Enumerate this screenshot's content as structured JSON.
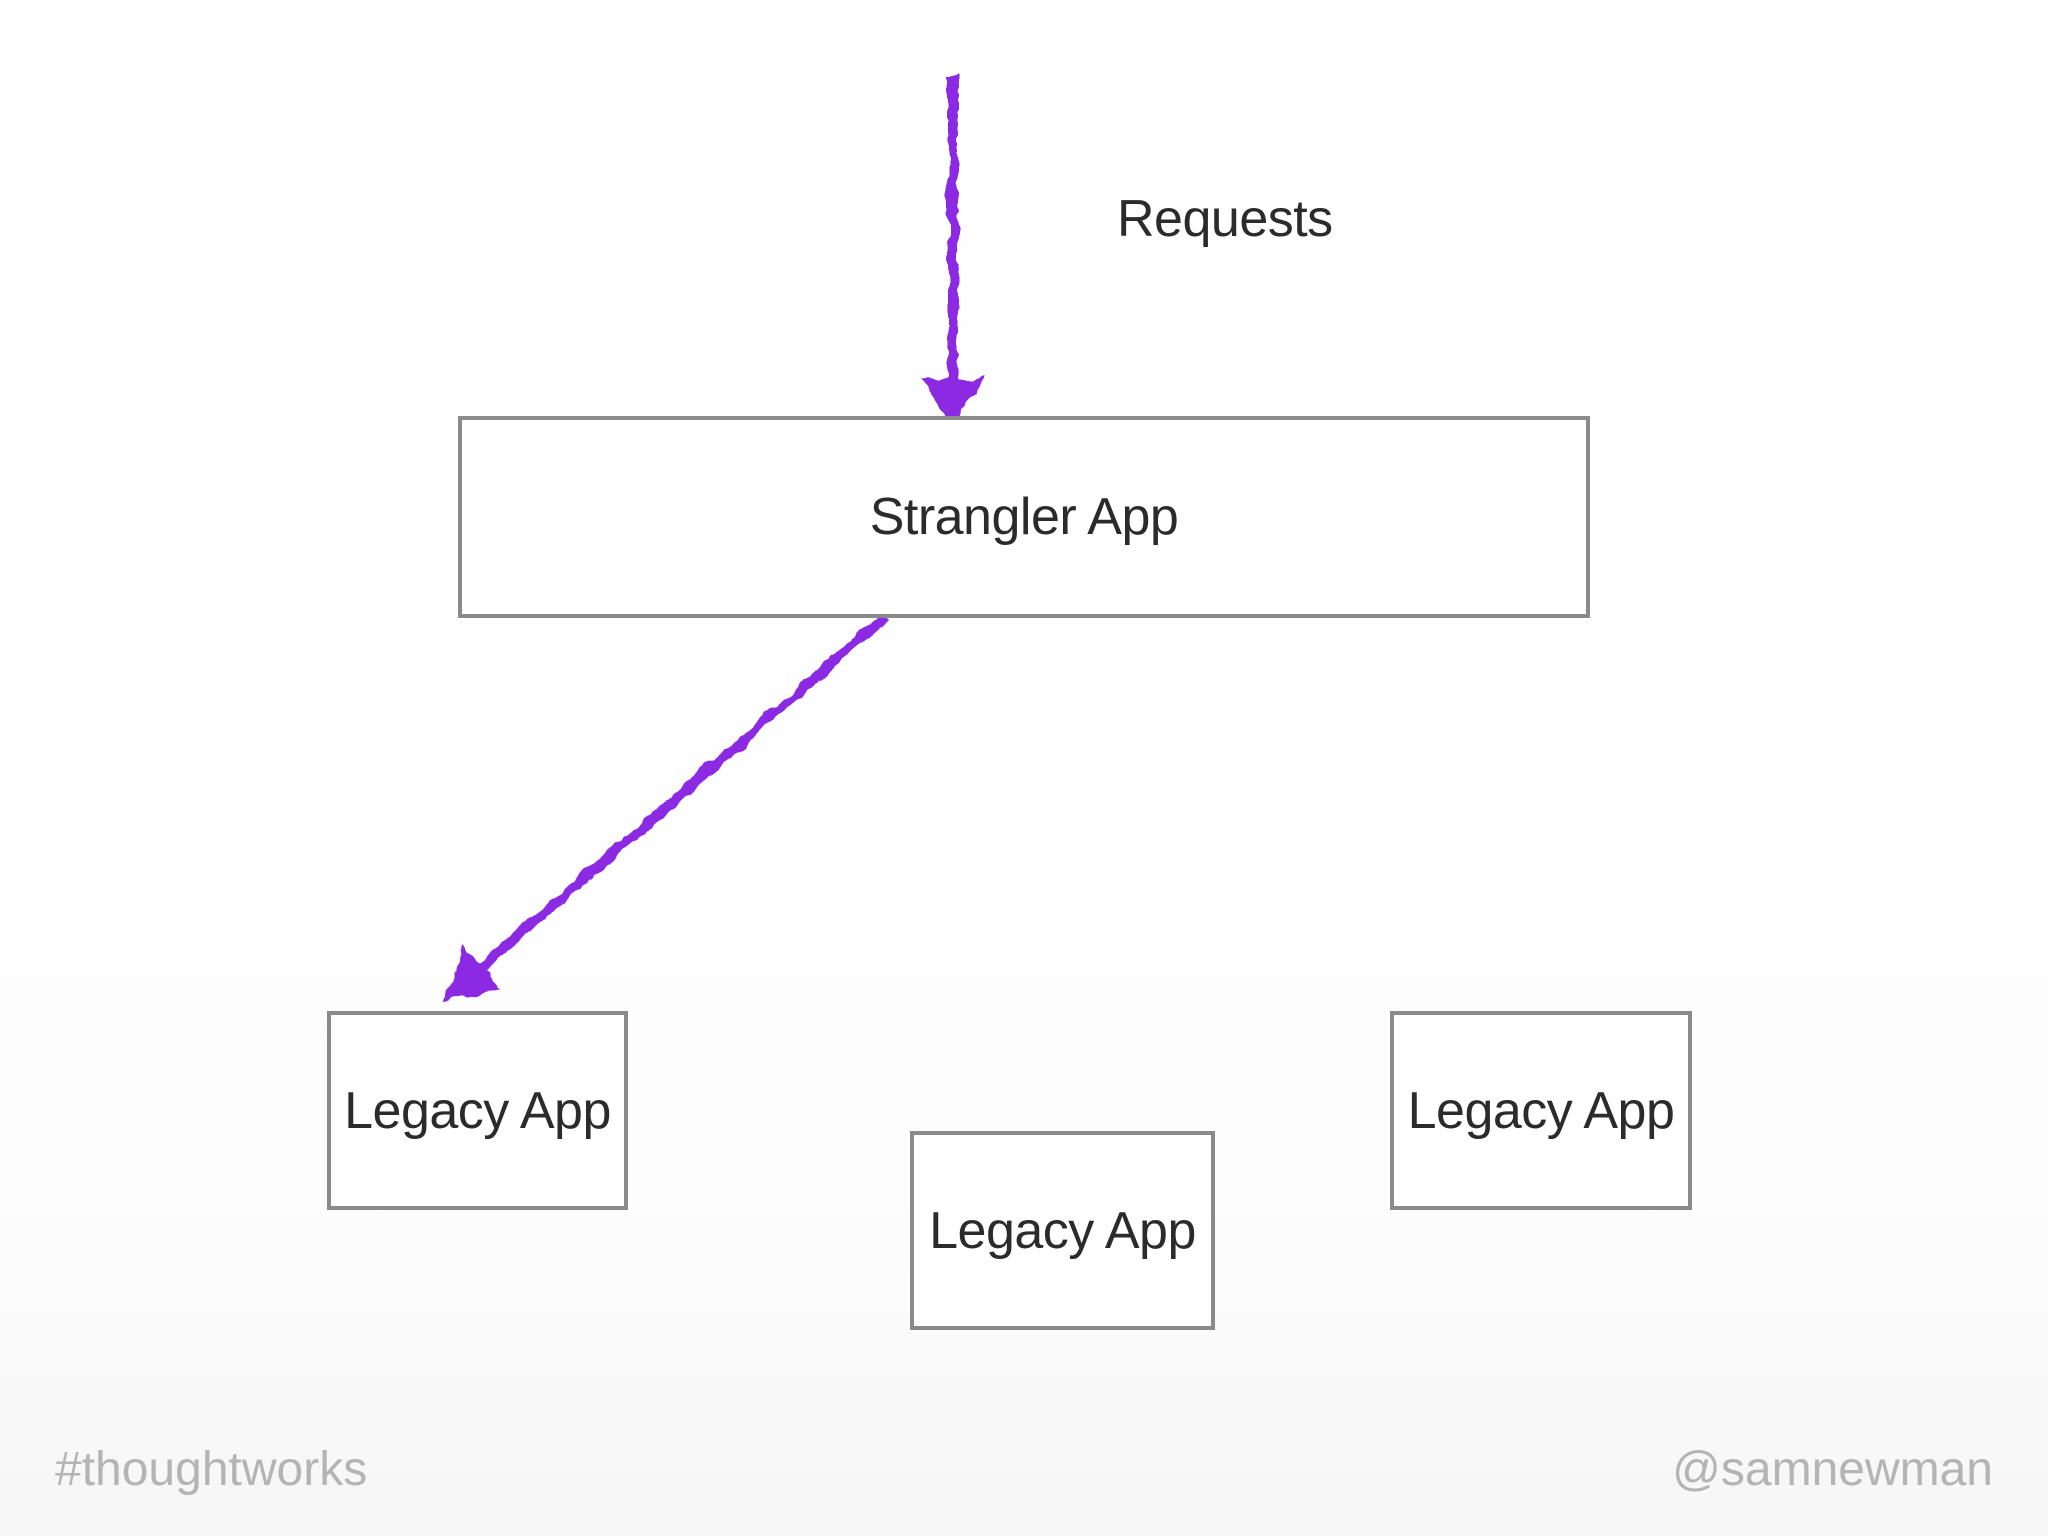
{
  "diagram": {
    "requests_label": "Requests",
    "nodes": {
      "strangler": {
        "label": "Strangler App"
      },
      "legacy": [
        {
          "label": "Legacy App"
        },
        {
          "label": "Legacy App"
        },
        {
          "label": "Legacy App"
        }
      ]
    }
  },
  "footer": {
    "hashtag": "#thoughtworks",
    "handle": "@samnewman"
  },
  "colors": {
    "arrow": "#8b2be2",
    "box_border": "#8a8a8a",
    "box_fill": "#ffffff",
    "label_text": "#2b2b2b",
    "footer_text": "#b4b4b4"
  }
}
